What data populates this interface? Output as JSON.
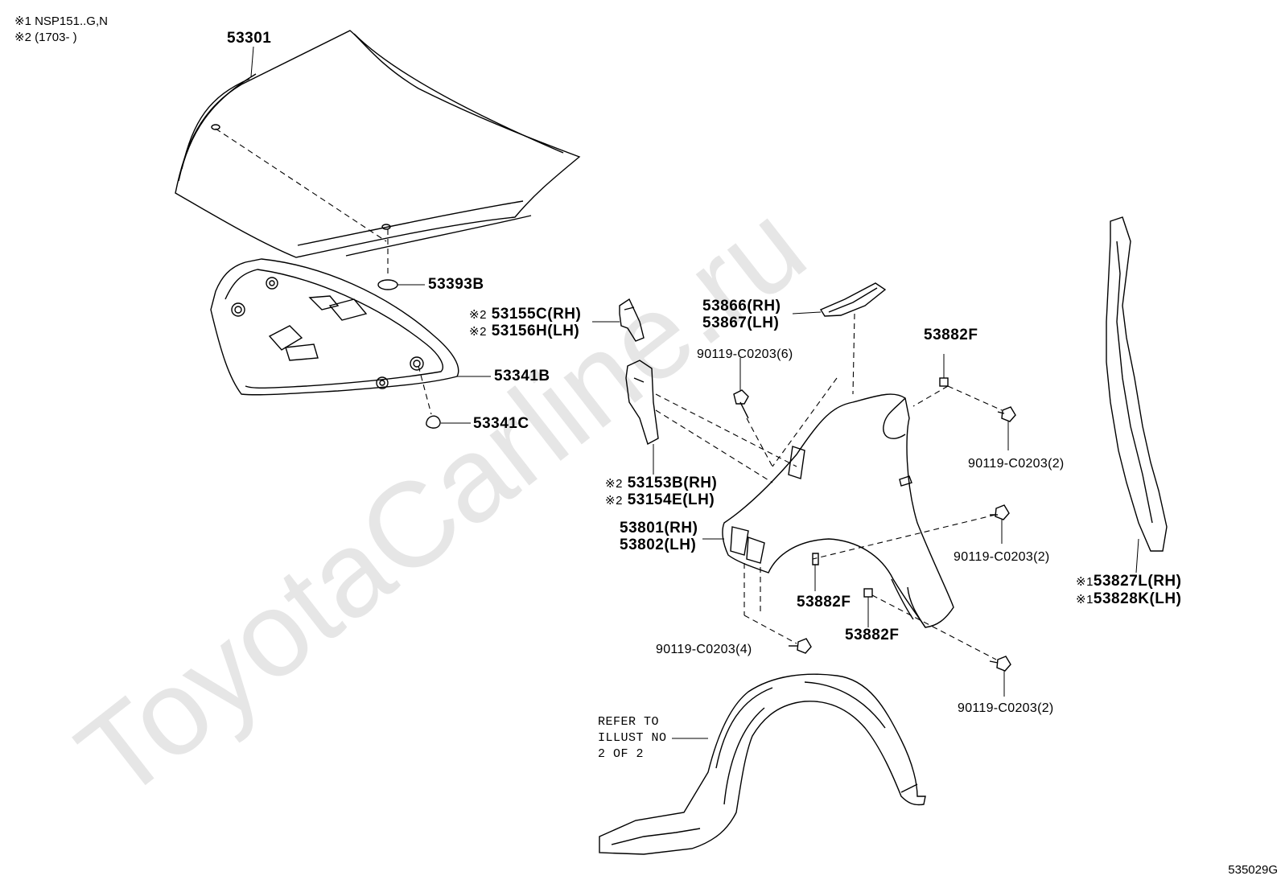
{
  "notes": [
    {
      "mark": "※1",
      "text": "NSP151..G,N"
    },
    {
      "mark": "※2",
      "text": "(1703-    )"
    }
  ],
  "labels": {
    "hood": "53301",
    "hood_cushion": "53393B",
    "hood_insulator": "53341B",
    "insulator_clip": "53341C",
    "seal_rh": "53155C(RH)",
    "seal_lh": "53156H(LH)",
    "seal_mark": "※2",
    "hinge_cover_rh": "53866(RH)",
    "hinge_cover_lh": "53867(LH)",
    "bolt_top": "90119-C0203(6)",
    "nut_top": "53882F",
    "bolt_right_upper": "90119-C0203(2)",
    "side_seal_rh": "53153B(RH)",
    "side_seal_lh": "53154E(LH)",
    "side_seal_mark": "※2",
    "fender_rh": "53801(RH)",
    "fender_lh": "53802(LH)",
    "bolt_right_mid": "90119-C0203(2)",
    "fender_seal_rh": "53827L(RH)",
    "fender_seal_lh": "53828K(LH)",
    "fender_seal_mark": "※1",
    "nut_mid": "53882F",
    "nut_lower": "53882F",
    "bolt_front": "90119-C0203(4)",
    "bolt_bottom": "90119-C0203(2)",
    "refer_1": "REFER TO",
    "refer_2": "ILLUST NO",
    "refer_3": "2 OF 2"
  },
  "watermark": "ToyotaCarline.ru",
  "diagram_code": "535029G",
  "colors": {
    "line": "#000000",
    "watermark": "#e6e6e6",
    "background": "#ffffff"
  }
}
